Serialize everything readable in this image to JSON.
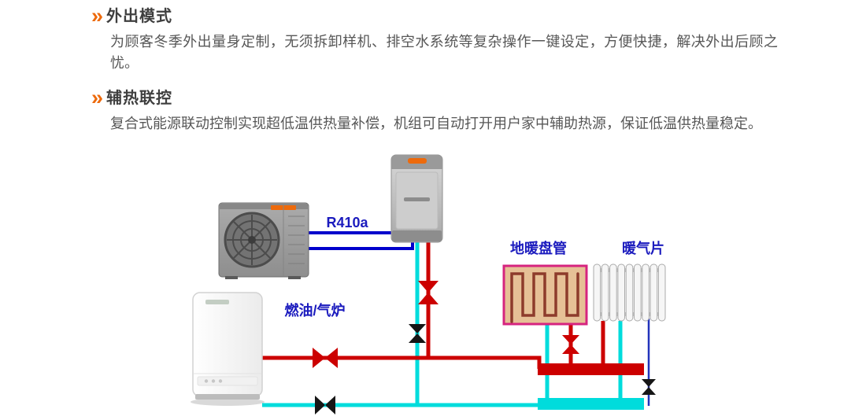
{
  "sections": [
    {
      "marker": "»",
      "title": "外出模式",
      "body": "为顾客冬季外出量身定制，无须拆卸样机、排空水系统等复杂操作一键设定，方便快捷，解决外出后顾之忧。"
    },
    {
      "marker": "»",
      "title": "辅热联控",
      "body": "复合式能源联动控制实现超低温供热量补偿，机组可自动打开用户家中辅助热源，保证低温供热量稳定。"
    }
  ],
  "diagram": {
    "labels": {
      "refrigerant": "R410a",
      "boiler": "燃油/气炉",
      "floor_coil": "地暖盘管",
      "radiator": "暖气片"
    }
  },
  "colors": {
    "accent_orange": "#ed6a0c",
    "heading_gray": "#3f3f3f",
    "body_gray": "#575757",
    "label_blue": "#1b1bbe",
    "pipe_blue": "#0000cc",
    "pipe_red": "#cc0000",
    "pipe_cyan": "#00dcdc",
    "bypass_blue": "#2233bb",
    "valve_black": "#161616",
    "coil_border_pink": "#d6247f",
    "coil_fill_tan": "#e6c096",
    "coil_pipe_brown": "#8d3b2b"
  }
}
